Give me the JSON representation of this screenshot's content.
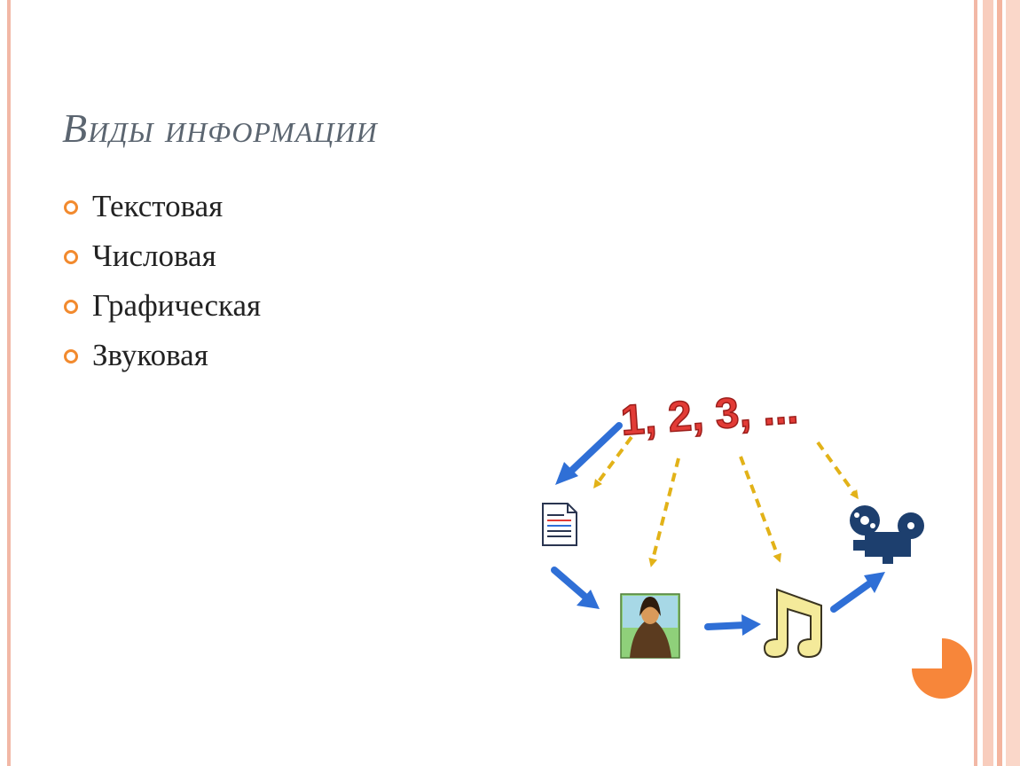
{
  "slide": {
    "title": "Виды информации",
    "items": [
      {
        "label": "Текстовая"
      },
      {
        "label": "Числовая"
      },
      {
        "label": "Графическая"
      },
      {
        "label": "Звуковая"
      }
    ]
  },
  "diagram": {
    "numbers_text": "1, 2, 3, ...",
    "icons": [
      "text-document-icon",
      "picture-icon",
      "music-note-icon",
      "film-projector-icon"
    ]
  },
  "colors": {
    "accent": "#f28a2e",
    "title": "#5b6570",
    "text": "#222222",
    "numbers": "#e23b36",
    "arrow_solid": "#2f6fd6",
    "arrow_dashed": "#e2b218",
    "stripe": "#f7c3ae"
  }
}
